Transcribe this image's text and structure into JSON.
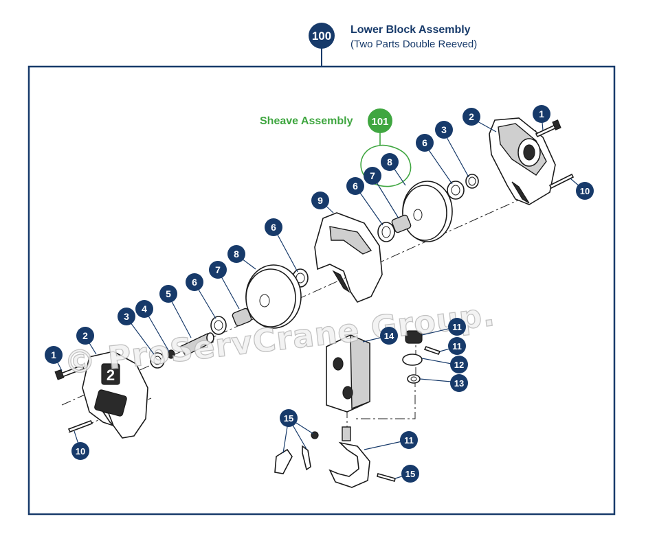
{
  "header": {
    "badge": "100",
    "title": "Lower Block Assembly",
    "subtitle": "(Two Parts Double Reeved)"
  },
  "sheave_assembly": {
    "badge": "101",
    "label": "Sheave Assembly"
  },
  "watermark": "© ProServCrane Group.",
  "colors": {
    "navy": "#173a6a",
    "green": "#3fa640",
    "frame": "#173a6a"
  },
  "callouts": [
    {
      "label": "1"
    },
    {
      "label": "2"
    },
    {
      "label": "3"
    },
    {
      "label": "6"
    },
    {
      "label": "10"
    },
    {
      "label": "8"
    },
    {
      "label": "7"
    },
    {
      "label": "6"
    },
    {
      "label": "9"
    },
    {
      "label": "6"
    },
    {
      "label": "8"
    },
    {
      "label": "7"
    },
    {
      "label": "6"
    },
    {
      "label": "5"
    },
    {
      "label": "4"
    },
    {
      "label": "3"
    },
    {
      "label": "2"
    },
    {
      "label": "1"
    },
    {
      "label": "10"
    },
    {
      "label": "14"
    },
    {
      "label": "11"
    },
    {
      "label": "11"
    },
    {
      "label": "12"
    },
    {
      "label": "13"
    },
    {
      "label": "15"
    },
    {
      "label": "11"
    },
    {
      "label": "15"
    }
  ]
}
